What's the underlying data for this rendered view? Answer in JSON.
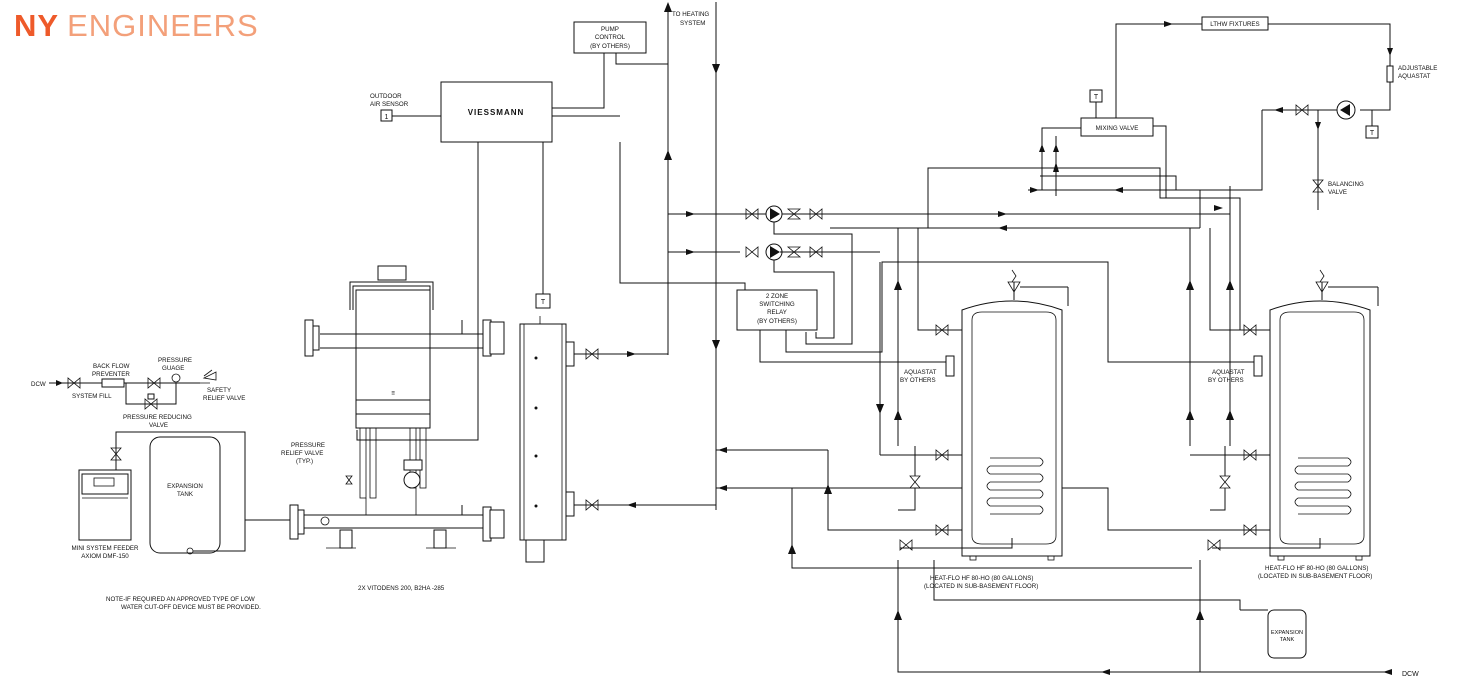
{
  "logo": {
    "part1": "NY",
    "part2": "ENGINEERS"
  },
  "labels": {
    "to_heating_system_1": "TO HEATING",
    "to_heating_system_2": "SYSTEM",
    "pump_control_1": "PUMP",
    "pump_control_2": "CONTROL",
    "pump_control_3": "(BY OTHERS)",
    "outdoor_sensor_1": "OUTDOOR",
    "outdoor_sensor_2": "AIR SENSOR",
    "outdoor_sensor_num": "1",
    "viessmann": "VIESSMANN",
    "t_sensor": "T",
    "dcw_left": "DCW",
    "system_fill": "SYSTEM FILL",
    "back_flow_1": "BACK FLOW",
    "back_flow_2": "PREVENTER",
    "pressure_guage_1": "PRESSURE",
    "pressure_guage_2": "GUAGE",
    "safety_relief_1": "SAFETY",
    "safety_relief_2": "RELIEF VALVE",
    "pressure_reducing_1": "PRESSURE REDUCING",
    "pressure_reducing_2": "VALVE",
    "expansion_tank_1": "EXPANSION",
    "expansion_tank_2": "TANK",
    "feeder_1": "MINI SYSTEM FEEDER",
    "feeder_2": "AXIOM DMF-150",
    "prv_1": "PRESSURE",
    "prv_2": "RELIEF VALVE",
    "prv_3": "(TYP.)",
    "boilers": "2X VITODENS 200, B2HA -285",
    "note_1": "NOTE-IF REQUIRED AN APPROVED TYPE OF LOW",
    "note_2": "WATER CUT-OFF DEVICE MUST BE PROVIDED.",
    "relay_1": "2 ZONE",
    "relay_2": "SWITCHING",
    "relay_3": "RELAY",
    "relay_4": "(BY OTHERS)",
    "lthw_fixtures": "LTHW FIXTURES",
    "adjustable_aquastat_1": "ADJUSTABLE",
    "adjustable_aquastat_2": "AQUASTAT",
    "mixing_valve": "MIXING VALVE",
    "balancing_valve_1": "BALANCING",
    "balancing_valve_2": "VALVE",
    "aquastat_1": "AQUASTAT",
    "aquastat_2": "BY OTHERS",
    "heater_1a": "HEAT-FLO HF 80-HO (80 GALLONS)",
    "heater_1b": "(LOCATED IN SUB-BASEMENT FLOOR)",
    "heater_2a": "HEAT-FLO HF 80-HO (80 GALLONS)",
    "heater_2b": "(LOCATED IN SUB-BASEMENT FLOOR)",
    "expansion_tank_small_1": "EXPANSION",
    "expansion_tank_small_2": "TANK",
    "dcw_right": "DCW"
  },
  "colors": {
    "line": "#111111",
    "logo_primary": "#ee5a2a",
    "logo_secondary": "#f3a07a"
  }
}
